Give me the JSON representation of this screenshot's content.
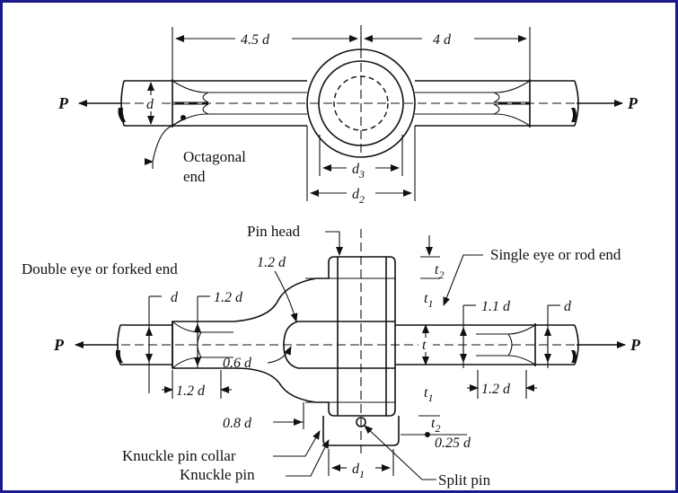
{
  "top_view": {
    "dim_left": "4.5 d",
    "dim_right": "4 d",
    "load_left": "P",
    "load_right": "P",
    "dim_d": "d",
    "octagonal_label_1": "Octagonal",
    "octagonal_label_2": "end",
    "dim_d3": "d",
    "dim_d3_sub": "3",
    "dim_d2": "d",
    "dim_d2_sub": "2"
  },
  "bottom_view": {
    "pin_head": "Pin head",
    "double_eye": "Double eye or forked end",
    "single_eye": "Single eye or rod end",
    "dim_1_2d_top": "1.2 d",
    "dim_d_left": "d",
    "dim_1_2d_left": "1.2 d",
    "dim_0_6d": "0.6 d",
    "dim_1_2d_bottom_left": "1.2 d",
    "dim_0_8d": "0.8 d",
    "knuckle_pin_collar": "Knuckle pin collar",
    "knuckle_pin": "Knuckle pin",
    "dim_d1": "d",
    "dim_d1_sub": "1",
    "split_pin": "Split pin",
    "dim_t2_top": "t",
    "dim_t2_top_sub": "2",
    "dim_t1_top": "t",
    "dim_t1_top_sub": "1",
    "dim_t": "t",
    "dim_t1_bottom": "t",
    "dim_t1_bottom_sub": "1",
    "dim_t2_bottom": "t",
    "dim_t2_bottom_sub": "2",
    "dim_0_25d": "0.25 d",
    "dim_1_1d": "1.1 d",
    "dim_d_right": "d",
    "dim_1_2d_bottom_right": "1.2 d",
    "load_left": "P",
    "load_right": "P"
  }
}
